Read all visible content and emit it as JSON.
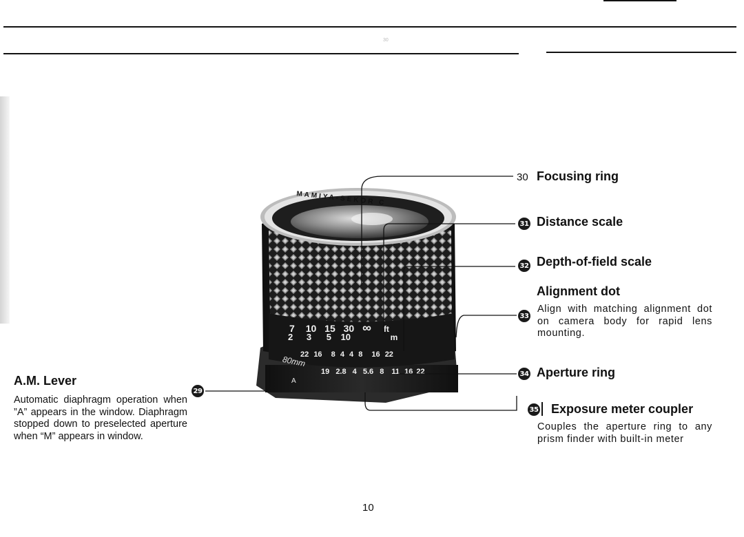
{
  "page": {
    "header_marker": "30",
    "page_number": "10"
  },
  "callouts": {
    "focusing_ring": {
      "number": "30",
      "label": "Focusing ring"
    },
    "distance_scale": {
      "number": "31",
      "label": "Distance scale"
    },
    "dof_scale": {
      "number": "32",
      "label": "Depth-of-field scale"
    },
    "alignment_dot": {
      "number": "33",
      "label": "Alignment dot",
      "description": "Align with matching alignment dot on camera body for rapid lens mounting."
    },
    "aperture_ring": {
      "number": "34",
      "label": "Aperture ring"
    },
    "exposure_coupler": {
      "number": "35",
      "label": "Exposure meter coupler",
      "description": "Couples the aperture ring to any prism finder with built-in meter"
    },
    "am_lever": {
      "number": "29",
      "label": "A.M. Lever",
      "description": "Automatic diaphragm operation when ”A” appears in the window. Diaphragm stopped down to preselected aperture when “M” appears in window."
    }
  },
  "lens": {
    "brand_text": "MAMIYA-SEKOR C",
    "focal_marking": "80mm",
    "distance_feet": [
      "7",
      "10",
      "15",
      "30",
      "∞",
      "ft"
    ],
    "distance_meters": [
      "2",
      "3",
      "5",
      "10",
      "m"
    ],
    "dof_values": [
      "22",
      "16",
      "8",
      "4",
      "4",
      "8",
      "16",
      "22"
    ],
    "aperture_values": [
      "19",
      "2.8",
      "4",
      "5.6",
      "8",
      "11",
      "16",
      "22"
    ],
    "am_window": "A"
  }
}
